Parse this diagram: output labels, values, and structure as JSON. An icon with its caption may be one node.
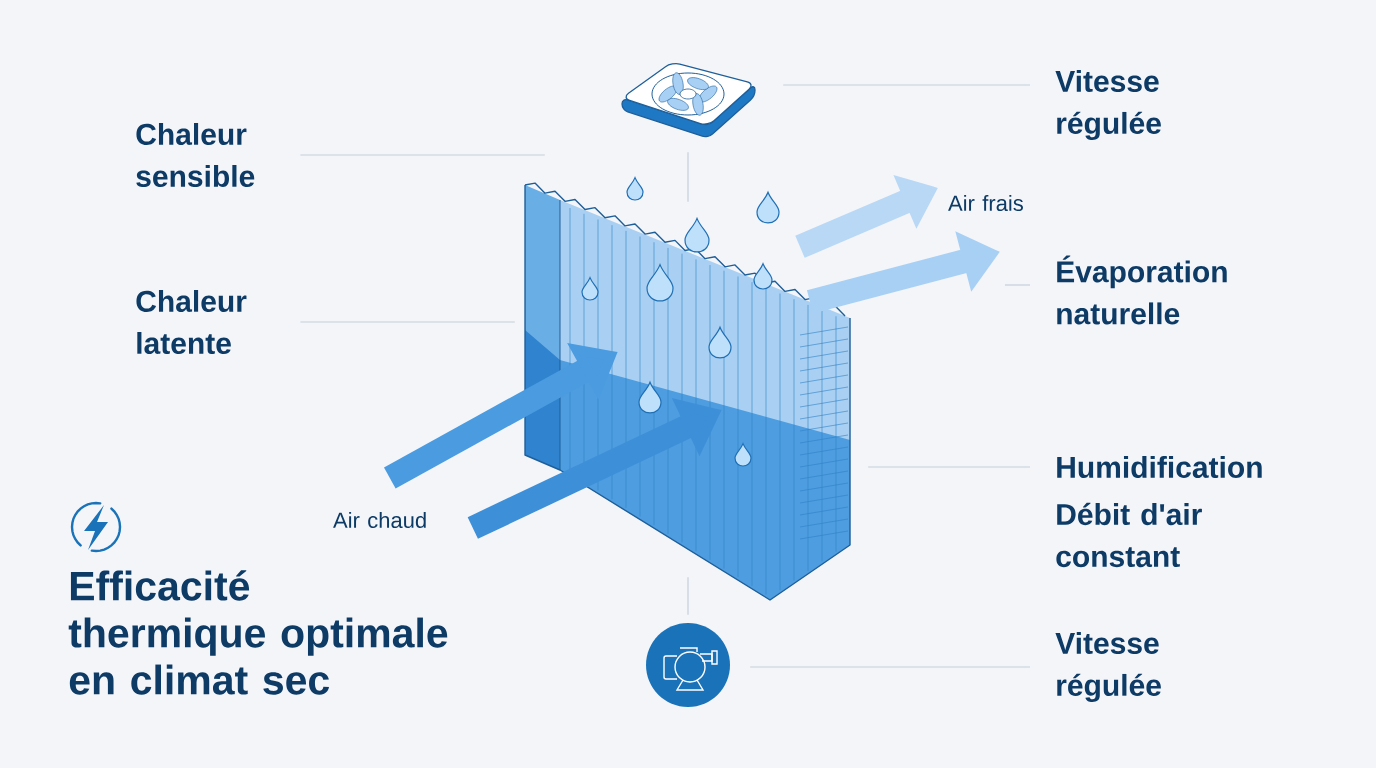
{
  "diagram": {
    "title": "Efficacité thermique optimale en climat sec",
    "nodes": [
      {
        "text": [
          "Chaleur sensible"
        ]
      },
      {
        "text": [
          "Chaleur latente"
        ]
      },
      {
        "text": [
          "Vitesse régulée"
        ]
      },
      {
        "text": [
          "Évaporation naturelle"
        ]
      },
      {
        "text": [
          "Humidification"
        ]
      },
      {
        "text": [
          "Vitesse régulée"
        ]
      },
      {
        "text": [],
        "shape": "picture"
      },
      {
        "text": [],
        "shape": "picture"
      },
      {
        "text": [],
        "shape": "picture"
      }
    ],
    "edges": [
      {
        "from": 0,
        "to": 6,
        "arrow": "none"
      },
      {
        "from": 1,
        "to": 6,
        "arrow": "none"
      },
      {
        "from": 2,
        "to": 7,
        "arrow": "none"
      },
      {
        "from": 3,
        "to": null,
        "arrow": "none"
      },
      {
        "from": 4,
        "to": 6,
        "arrow": "none"
      },
      {
        "from": 5,
        "to": 8,
        "arrow": "none"
      },
      {
        "from": 7,
        "to": 6,
        "arrow": "none"
      },
      {
        "from": 6,
        "to": 8,
        "arrow": "none"
      },
      {
        "from": null,
        "to": 6,
        "arrow": "to",
        "style": "thick",
        "color": "#4a9be0"
      },
      {
        "from": null,
        "to": 6,
        "arrow": "to",
        "style": "thick",
        "color": "#3d8fd8"
      },
      {
        "from": 6,
        "to": null,
        "arrow": "to",
        "style": "thick",
        "color": "#b8d8f6"
      },
      {
        "from": 6,
        "to": null,
        "arrow": "to",
        "style": "thick",
        "color": "#a8d0f5"
      }
    ],
    "labels": [
      "Air frais",
      "Air chaud",
      "Débit d'air constant"
    ]
  }
}
